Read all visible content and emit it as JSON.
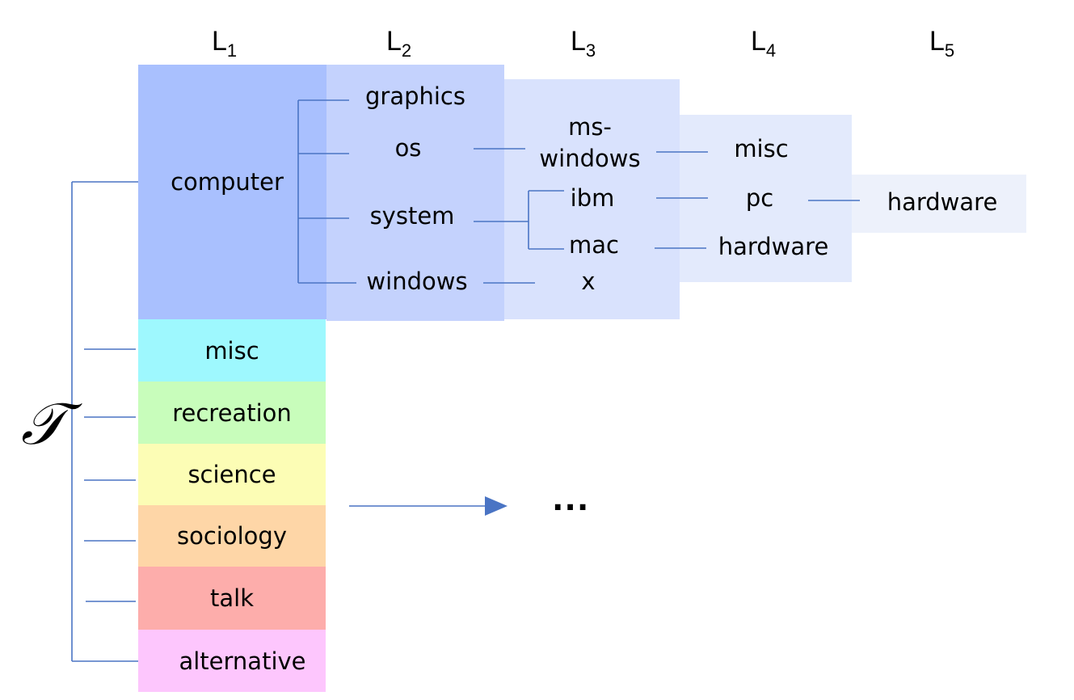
{
  "levels": {
    "l1": {
      "base": "L",
      "sub": "1"
    },
    "l2": {
      "base": "L",
      "sub": "2"
    },
    "l3": {
      "base": "L",
      "sub": "3"
    },
    "l4": {
      "base": "L",
      "sub": "4"
    },
    "l5": {
      "base": "L",
      "sub": "5"
    }
  },
  "root_symbol": "𝒯",
  "tree": {
    "computer": "computer",
    "l2": {
      "graphics": "graphics",
      "os": "os",
      "system": "system",
      "windows": "windows"
    },
    "l3": {
      "ms_windows_line1": "ms-",
      "ms_windows_line2": "windows",
      "ibm": "ibm",
      "mac": "mac",
      "x": "x"
    },
    "l4": {
      "misc": "misc",
      "pc": "pc",
      "hardware": "hardware"
    },
    "l5": {
      "hardware": "hardware"
    }
  },
  "categories": [
    {
      "label": "misc",
      "color": "#9ef8fe"
    },
    {
      "label": "recreation",
      "color": "#c8fdbb"
    },
    {
      "label": "science",
      "color": "#fcfdb5"
    },
    {
      "label": "sociology",
      "color": "#fed6a7"
    },
    {
      "label": "talk",
      "color": "#fdadab"
    },
    {
      "label": "alternative",
      "color": "#fdc6fd"
    }
  ],
  "ellipsis": "...",
  "colors": {
    "l1_block": "#a9c0fe",
    "l2_block": "#c4d2fd",
    "l3_block": "#d9e2fd",
    "l4_block": "#e3eafc",
    "l5_block": "#edf1fb",
    "line": "#4a74c4"
  }
}
